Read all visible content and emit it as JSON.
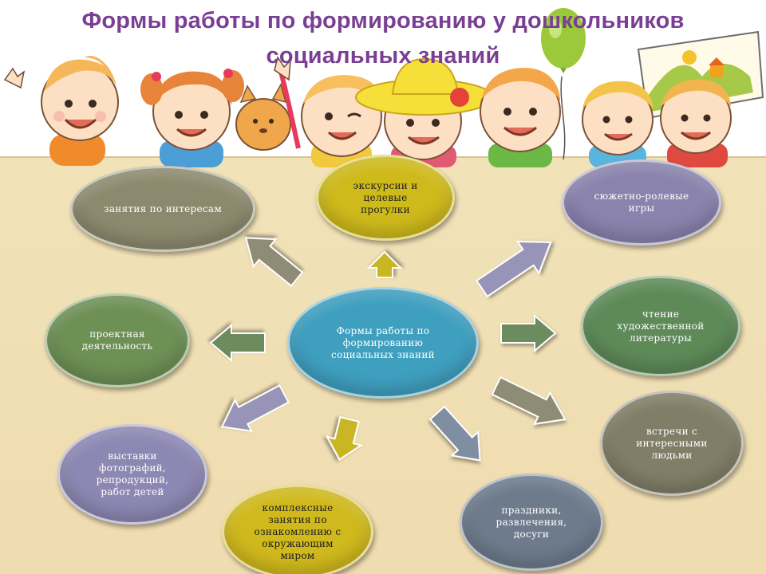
{
  "title": {
    "line1": "Формы работы по формированию у дошкольников",
    "line2": "социальных знаний"
  },
  "center": {
    "label": "Формы работы по формированию социальных знаний",
    "color": "#3f9fbf"
  },
  "nodes": [
    {
      "id": "interests",
      "label": "занятия по интересам",
      "color": "#8c8a6e"
    },
    {
      "id": "excursions",
      "label": "экскурсии и целевые прогулки",
      "color": "#cfba1c"
    },
    {
      "id": "roleplay",
      "label": "сюжетно-ролевые игры",
      "color": "#8a83ad"
    },
    {
      "id": "project",
      "label": "проектная деятельность",
      "color": "#6d9055"
    },
    {
      "id": "reading",
      "label": "чтение художественной литературы",
      "color": "#5e8a58"
    },
    {
      "id": "exhibitions",
      "label": "выставки фотографий, репродукций, работ детей",
      "color": "#8d88b3"
    },
    {
      "id": "meetings",
      "label": "встречи с интересными людьми",
      "color": "#807e66"
    },
    {
      "id": "complex",
      "label": "комплексные занятия по ознакомлению с окружающим миром",
      "color": "#d0b91d"
    },
    {
      "id": "holidays",
      "label": "праздники, развлечения, досуги",
      "color": "#6d7b8c"
    }
  ],
  "arrows": {
    "olive": "#8f8c75",
    "yellow": "#c8b624",
    "purple": "#9894b8",
    "green": "#6d8c5d",
    "blue": "#7f8ea0"
  },
  "decor_icons": [
    "children-faces-illustration",
    "balloon-icon",
    "flag-drawing-icon",
    "sun-hat-icon",
    "cat-icon"
  ]
}
